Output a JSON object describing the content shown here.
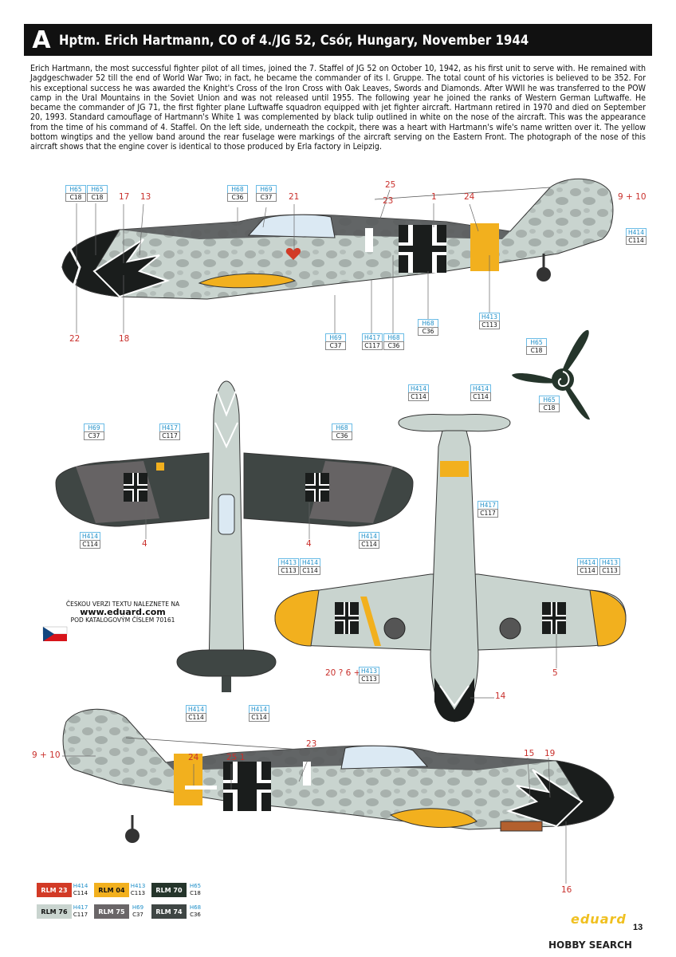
{
  "header": {
    "letter": "A",
    "title": "Hptm. Erich Hartmann, CO of 4./JG 52, Csór, Hungary, November 1944"
  },
  "description": "Erich Hartmann, the most successful fighter pilot of all times, joined the 7. Staffel of JG 52 on October 10, 1942, as his first unit to serve with. He remained with Jagdgeschwader 52 till the end of World War Two; in fact, he became the commander of its I. Gruppe. The total count of his victories is believed to be 352. For his exceptional success he was awarded the Knight's Cross of the Iron Cross with Oak Leaves, Swords and Diamonds. After WWII he was transferred to the POW camp in the Ural Mountains in the Soviet Union and was not released until 1955. The following year he joined the ranks of Western German Luftwaffe. He became the commander of JG 71, the first fighter plane Luftwaffe squadron equipped with jet fighter aircraft. Hartmann retired in 1970 and died on September 20, 1993. Standard camouflage of Hartmann's White 1 was complemented by black tulip outlined in white on the nose of the aircraft. This was the appearance from the time of his command of 4. Staffel. On the left side, underneath the cockpit, there was a heart with Hartmann's wife's name written over it. The yellow bottom wingtips and the yellow band around the rear fuselage were markings of the aircraft serving on the Eastern Front. The photograph of the nose of this aircraft shows that the engine cover is identical to those produced by Erla factory in Leipzig.",
  "numbers": {
    "n17": "17",
    "n13": "13",
    "n21": "21",
    "n25a": "25",
    "n23a": "23",
    "n1a": "1",
    "n24a": "24",
    "n9_10a": "9 + 10",
    "n22": "22",
    "n18": "18",
    "n4a": "4",
    "n4b": "4",
    "n20": "20 ? 6 +",
    "n5": "5",
    "n14": "14",
    "n9_10b": "9 + 10",
    "n24b": "24",
    "n25_1": "25 1",
    "n23b": "23",
    "n15": "15",
    "n19": "19",
    "n16": "16"
  },
  "codes": [
    {
      "h": "H65",
      "c": "C18"
    },
    {
      "h": "H65",
      "c": "C18"
    },
    {
      "h": "H68",
      "c": "C36"
    },
    {
      "h": "H69",
      "c": "C37"
    },
    {
      "h": "H414",
      "c": "C114"
    },
    {
      "h": "H69",
      "c": "C37"
    },
    {
      "h": "H417",
      "c": "C117"
    },
    {
      "h": "H68",
      "c": "C36"
    },
    {
      "h": "H68",
      "c": "C36"
    },
    {
      "h": "H413",
      "c": "C113"
    },
    {
      "h": "H65",
      "c": "C18"
    },
    {
      "h": "H65",
      "c": "C18"
    },
    {
      "h": "H69",
      "c": "C37"
    },
    {
      "h": "H417",
      "c": "C117"
    },
    {
      "h": "H68",
      "c": "C36"
    },
    {
      "h": "H414",
      "c": "C114"
    },
    {
      "h": "H414",
      "c": "C114"
    },
    {
      "h": "H414",
      "c": "C114"
    },
    {
      "h": "H414",
      "c": "C114"
    },
    {
      "h": "H417",
      "c": "C117"
    },
    {
      "h": "H413",
      "c": "C113"
    },
    {
      "h": "H414",
      "c": "C114"
    },
    {
      "h": "H414",
      "c": "C114"
    },
    {
      "h": "H413",
      "c": "C113"
    },
    {
      "h": "H413",
      "c": "C113"
    },
    {
      "h": "H414",
      "c": "C114"
    },
    {
      "h": "H414",
      "c": "C114"
    }
  ],
  "czech": {
    "line1": "ČESKOU VERZI TEXTU NALEZNETE NA",
    "url": "www.eduard.com",
    "line2": "POD KATALOGOVÝM ČÍSLEM 70161"
  },
  "legend": [
    {
      "name": "RLM 23",
      "h": "H414",
      "c": "C114",
      "color": "#d23a26",
      "text": "#ffffff"
    },
    {
      "name": "RLM 04",
      "h": "H413",
      "c": "C113",
      "color": "#f2b01e",
      "text": "#111111"
    },
    {
      "name": "RLM 70",
      "h": "H65",
      "c": "C18",
      "color": "#25352b",
      "text": "#ffffff"
    },
    {
      "name": "RLM 76",
      "h": "H417",
      "c": "C117",
      "color": "#c9d4cf",
      "text": "#111111"
    },
    {
      "name": "RLM 75",
      "h": "H69",
      "c": "C37",
      "color": "#6a6668",
      "text": "#ffffff"
    },
    {
      "name": "RLM 74",
      "h": "H68",
      "c": "C36",
      "color": "#3f4644",
      "text": "#ffffff"
    }
  ],
  "page_number": "13",
  "brand": "eduard",
  "watermark": "HOBBY SEARCH"
}
